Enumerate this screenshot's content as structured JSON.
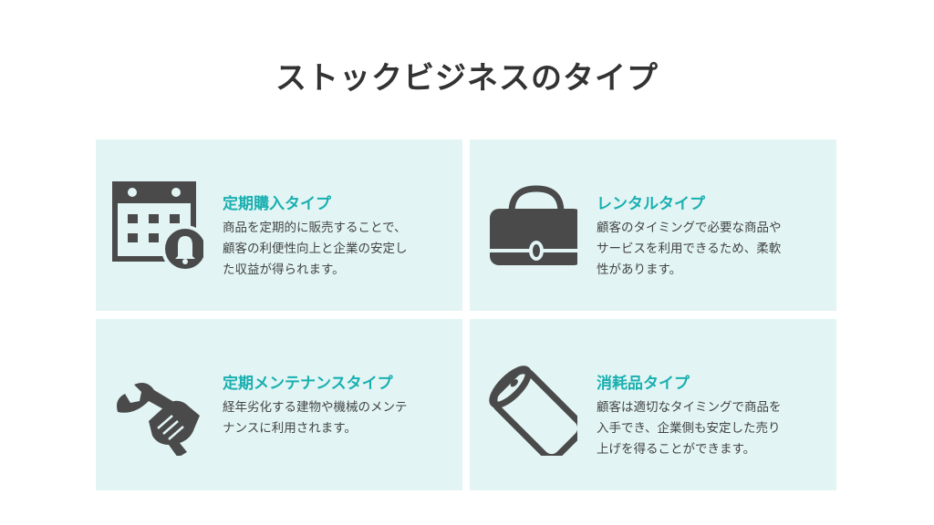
{
  "title": "ストックビジネスのタイプ",
  "colors": {
    "accent": "#1aafb0",
    "card_bg": "#e2f5f4",
    "icon": "#4a4a4a"
  },
  "cards": [
    {
      "icon": "calendar-bell-icon",
      "title": "定期購入タイプ",
      "lines": [
        "商品を定期的に販売することで、",
        "顧客の利便性向上と企業の安定し",
        "た収益が得られます。"
      ]
    },
    {
      "icon": "bag-icon",
      "title": "レンタルタイプ",
      "lines": [
        "顧客のタイミングで必要な商品や",
        "サービスを利用できるため、柔軟",
        "性があります。"
      ]
    },
    {
      "icon": "wrench-hand-icon",
      "title": "定期メンテナンスタイプ",
      "lines": [
        "経年劣化する建物や機械のメンテ",
        "ナンスに利用されます。"
      ]
    },
    {
      "icon": "cylinder-icon",
      "title": "消耗品タイプ",
      "lines": [
        "顧客は適切なタイミングで商品を",
        "入手でき、企業側も安定した売り",
        "上げを得ることができます。"
      ]
    }
  ]
}
